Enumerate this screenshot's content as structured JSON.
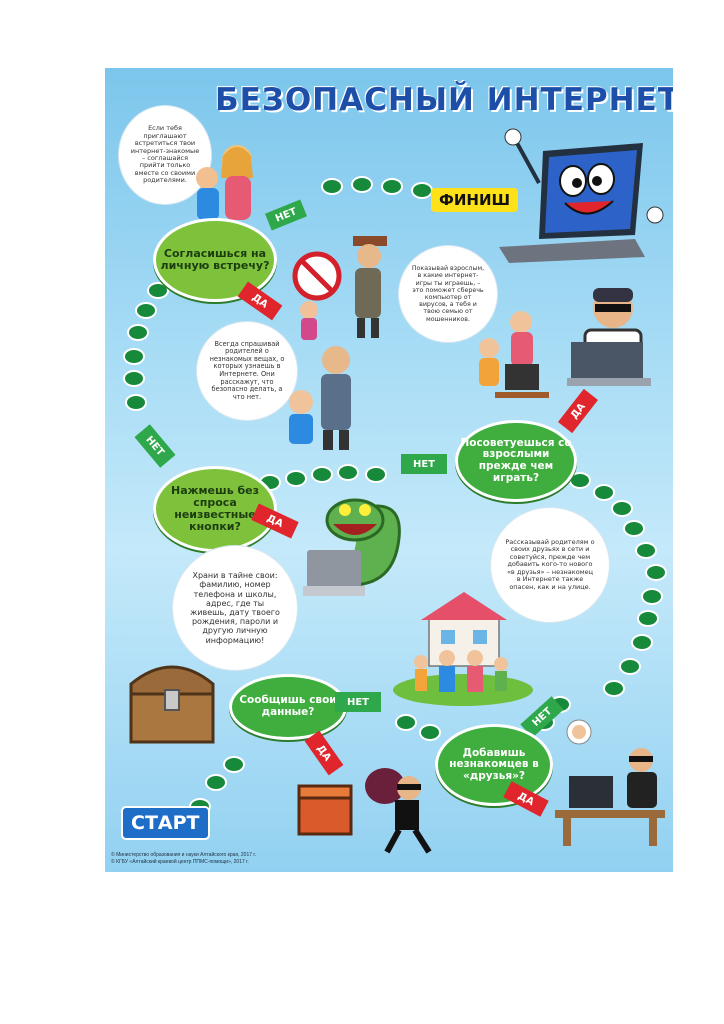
{
  "title": "БЕЗОПАСНЫЙ ИНТЕРНЕТ",
  "finish_label": "ФИНИШ",
  "start_label": "СТАРТ",
  "tips": {
    "meet": "Если тебя приглашают встретиться твои интернет-знакомые – соглашайся прийти только вместе со своими родителями.",
    "show_games": "Показывай взрослым, в какие интернет-игры ты играешь, – это поможет сберечь компьютер от вирусов, а тебя и твою семью от мошенников.",
    "ask_parents": "Всегда спрашивай родителей о незнакомых вещах, о которых узнаешь в Интернете. Они расскажут, что безопасно делать, а что нет.",
    "secret": "Храни в тайне свои: фамилию, номер телефона и школы, адрес, где ты живешь, дату твоего рождения, пароли и другую личную информацию!",
    "friends": "Рассказывай родителям о своих друзьях в сети и советуйся, прежде чем добавить кого-то нового «в друзья» – незнакомец в Интернете также опасен, как и на улице."
  },
  "questions": {
    "q_meet": "Согласишься на личную встречу?",
    "q_consult": "Посоветуешься со взрослыми прежде чем играть?",
    "q_buttons": "Нажмешь без спроса неизвестные кнопки?",
    "q_data": "Сообщишь свои данные?",
    "q_strangers": "Добавишь незнакомцев в «друзья»?"
  },
  "arrows": {
    "yes": "ДА",
    "no": "НЕТ"
  },
  "footer": {
    "line1": "© Министерство образования и науки Алтайского края, 2017 г.",
    "line2": "© КГБУ «Алтайский краевой центр ППМС-помощи», 2017 г."
  },
  "colors": {
    "title": "#1e4fa8",
    "path": "#17893a",
    "question": "#3fae3f",
    "yes_arrow": "#e0262c",
    "no_arrow": "#2ea84a",
    "finish_bg": "#ffe11a",
    "start_bg": "#1e6ec8"
  },
  "icons": [
    "laptop-mascot-icon",
    "thief-laptop-icon",
    "monster-laptop-icon",
    "treasure-chest-icon",
    "house-family-icon",
    "robber-icon",
    "hacker-computer-icon"
  ]
}
